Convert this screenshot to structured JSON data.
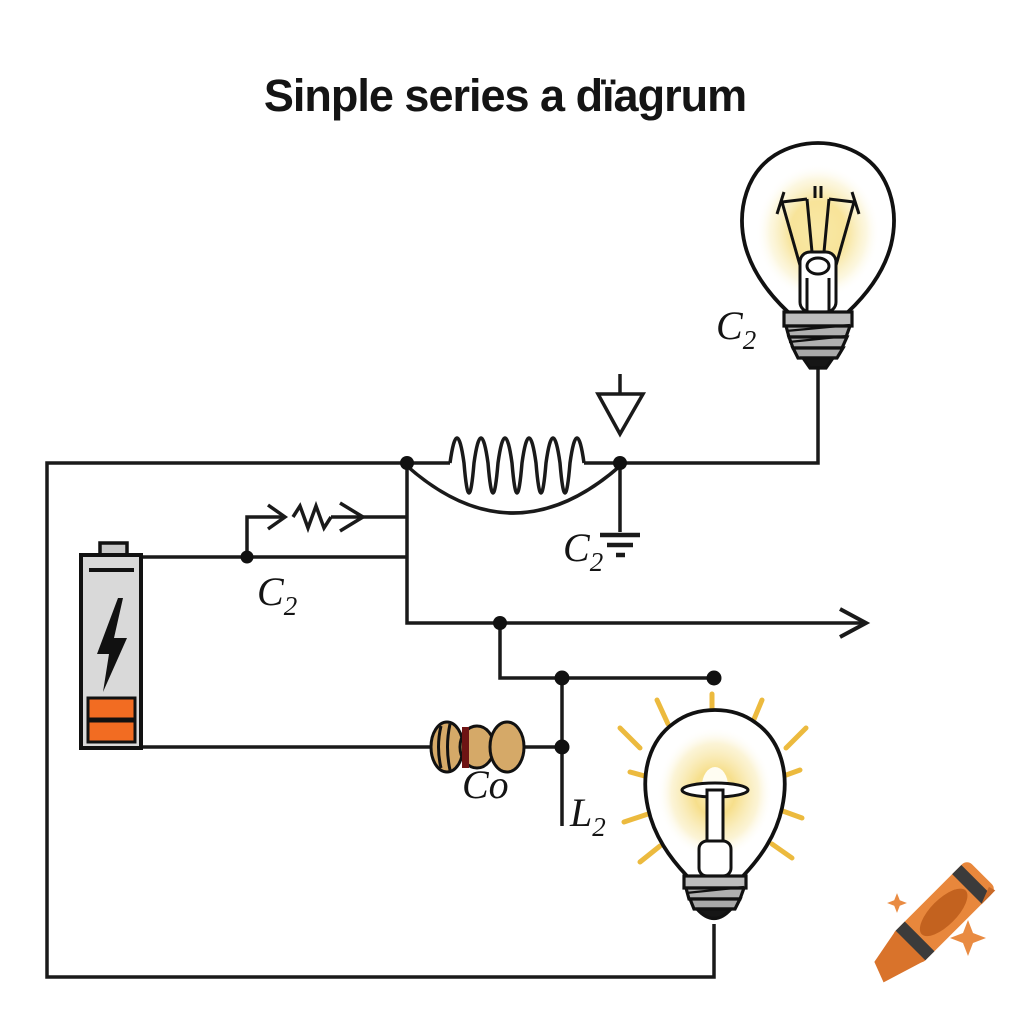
{
  "title": "Sinple series a dïagrum",
  "diagram": {
    "labels": {
      "top_bulb": {
        "base": "C",
        "sub": "2"
      },
      "ground": {
        "base": "C",
        "sub": "2"
      },
      "battery_node": {
        "base": "C",
        "sub": "2"
      },
      "resistor": {
        "base": "Co",
        "sub": ""
      },
      "branch": {
        "base": "L",
        "sub": "2"
      }
    },
    "symbols": [
      "light-bulb-lit-top",
      "light-bulb-glowing-rays-bottom",
      "battery-with-lightning-bolt",
      "inductor-coil-with-sag-arc",
      "resistor-zigzag-with-arrows",
      "axial-resistor-component",
      "earth-ground",
      "down-triangle-marker",
      "right-arrow-wire",
      "orange-crayon-with-sparkles"
    ],
    "colors": {
      "wire": "#1a1a1a",
      "battery_body": "#d9d9d9",
      "battery_stripe": "#f26c22",
      "resistor_body": "#d5a968",
      "resistor_band": "#6e1414",
      "bulb_base_gray": "#b5b5b5",
      "glow_yellow": "#f8e59a",
      "ray_gold": "#ecba3e",
      "crayon_orange": "#e8873c",
      "crayon_band": "#3b3b3b",
      "crayon_tip": "#d9732b",
      "crayon_label": "#c3621f",
      "sparkle": "#e98b42"
    }
  }
}
